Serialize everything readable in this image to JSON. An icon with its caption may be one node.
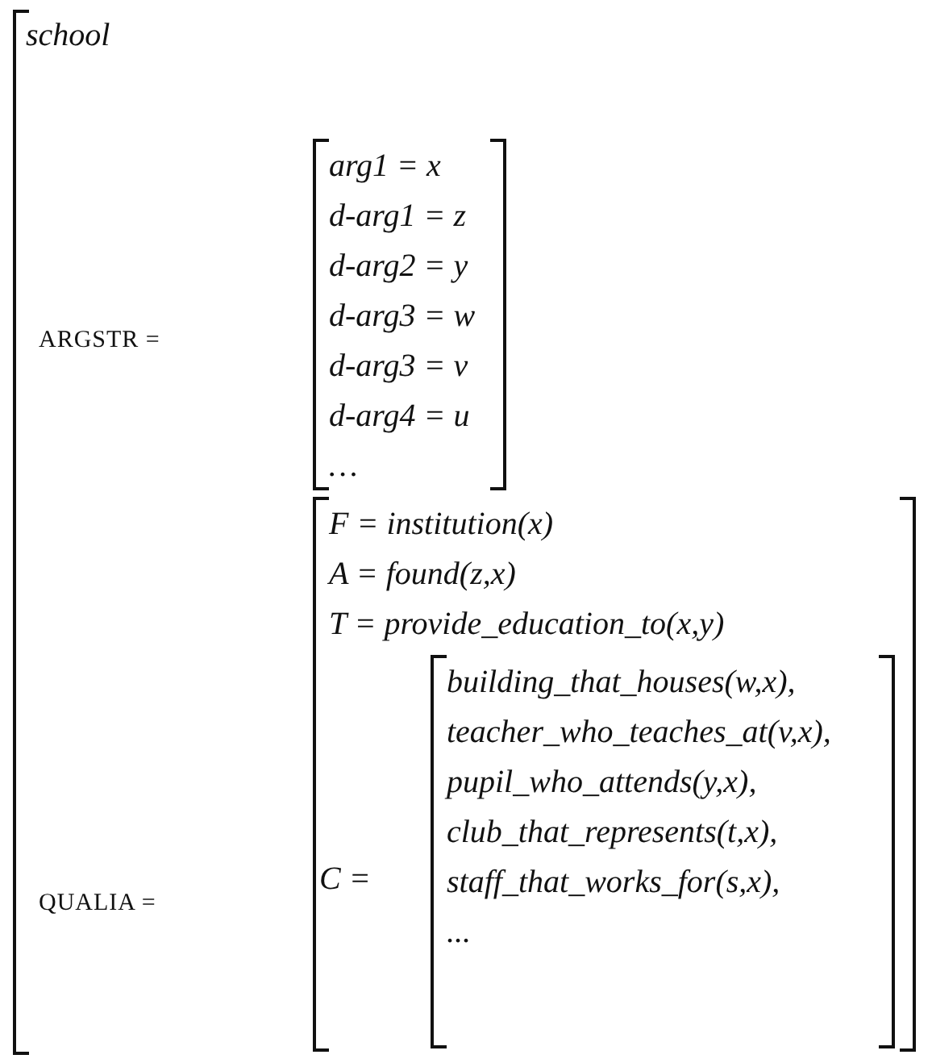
{
  "diagram": {
    "nodes": [
      {
        "text": [
          "school"
        ]
      },
      {
        "text": [
          "arg1 = x",
          "d-arg1 = z",
          "d-arg2 = y",
          "d-arg3 = w",
          "d-arg3 = v",
          "d-arg4 = u",
          "…"
        ],
        "in": 0
      },
      {
        "text": [
          "F = institution(x)",
          "A = found(z,x)",
          "T = provide_education_to(x,y)"
        ],
        "in": 0
      },
      {
        "text": [
          "building_that_houses(w,x),",
          "teacher_who_teaches_at(v,x),",
          "pupil_who_attends(y,x),",
          "club_that_represents(t,x),",
          "staff_that_works_for(s,x),",
          "..."
        ],
        "in": 2
      }
    ],
    "labels": [
      "ARGSTR =",
      "QUALIA =",
      "C ="
    ]
  }
}
